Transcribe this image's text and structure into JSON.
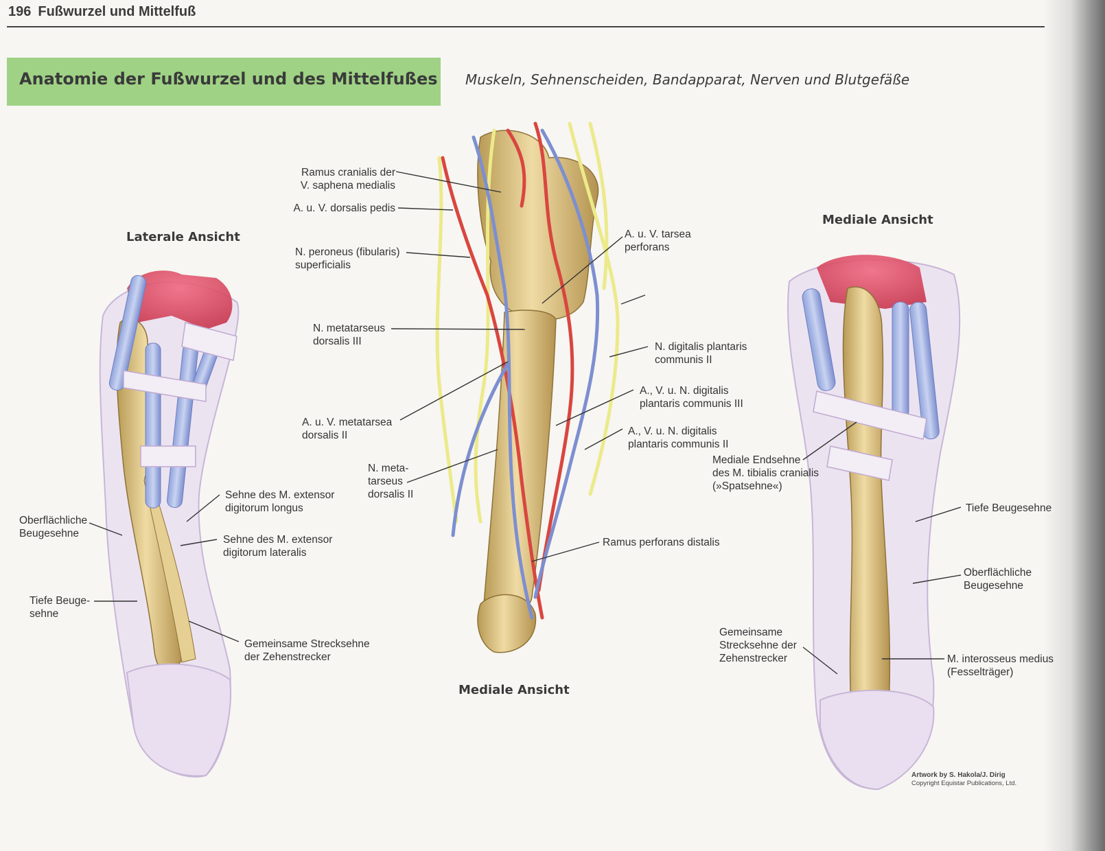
{
  "header": {
    "page_number": "196",
    "chapter": "Fußwurzel und Mittelfuß"
  },
  "title": "Anatomie der Fußwurzel und des Mittelfußes",
  "subtitle": "Muskeln, Sehnenscheiden, Bandapparat, Nerven und Blutgefäße",
  "views": {
    "lateral": "Laterale Ansicht",
    "medial_center": "Mediale Ansicht",
    "medial_right": "Mediale Ansicht"
  },
  "labels": {
    "ramus_cranialis": [
      "Ramus cranialis der",
      "V. saphena medialis"
    ],
    "dorsalis_pedis": [
      "A. u. V. dorsalis pedis"
    ],
    "n_peroneus": [
      "N. peroneus (fibularis)",
      "superficialis"
    ],
    "n_metatarseus_iii": [
      "N. metatarseus",
      "dorsalis III"
    ],
    "metatarsea_dorsalis_ii": [
      "A. u. V. metatarsea",
      "dorsalis II"
    ],
    "n_metatarseus_ii": [
      "N. meta-",
      "tarseus",
      "dorsalis II"
    ],
    "tarsea_perforans": [
      "A. u. V. tarsea",
      "perforans"
    ],
    "n_digitalis_ii": [
      "N. digitalis plantaris",
      "communis II"
    ],
    "digitalis_iii": [
      "A., V. u. N. digitalis",
      "plantaris communis III"
    ],
    "digitalis_ii": [
      "A., V. u. N. digitalis",
      "plantaris communis II"
    ],
    "ramus_perforans": [
      "Ramus perforans distalis"
    ],
    "extensor_longus": [
      "Sehne des M. extensor",
      "digitorum longus"
    ],
    "extensor_lateralis": [
      "Sehne des M. extensor",
      "digitorum lateralis"
    ],
    "oberfl_beuge_left": [
      "Oberflächliche",
      "Beugesehne"
    ],
    "tiefe_beuge_left": [
      "Tiefe Beuge-",
      "sehne"
    ],
    "gemeinsame_left": [
      "Gemeinsame Strecksehne",
      "der Zehenstrecker"
    ],
    "mediale_endsehne": [
      "Mediale Endsehne",
      "des M. tibialis cranialis",
      "(»Spatsehne«)"
    ],
    "tiefe_beuge_right": [
      "Tiefe Beugesehne"
    ],
    "oberfl_beuge_right": [
      "Oberflächliche",
      "Beugesehne"
    ],
    "gemeinsame_right": [
      "Gemeinsame",
      "Strecksehne der",
      "Zehenstrecker"
    ],
    "interosseus": [
      "M. interosseus medius",
      "(Fesselträger)"
    ]
  },
  "credit": {
    "artwork": "Artwork by S. Hakola/J. Dirig",
    "copyright": "Copyright Equistar Publications, Ltd."
  },
  "colors": {
    "title_band": "#9fd285",
    "bone": "#dcc286",
    "artery": "#d9463f",
    "vein": "#7d8fd0",
    "nerve": "#ecea8a",
    "tendon": "#e6dbee",
    "muscle": "#e2546a"
  }
}
